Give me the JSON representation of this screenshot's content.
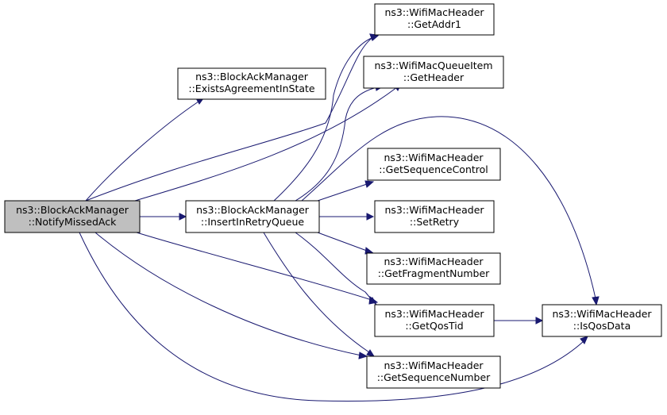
{
  "colors": {
    "edge": "#191970",
    "node_border": "#000000",
    "node_fill": "#ffffff",
    "highlight_fill": "#bfbfbf"
  },
  "nodes": {
    "notify_missed_ack": {
      "line1": "ns3::BlockAckManager",
      "line2": "::NotifyMissedAck"
    },
    "exists_agreement": {
      "line1": "ns3::BlockAckManager",
      "line2": "::ExistsAgreementInState"
    },
    "insert_in_retry": {
      "line1": "ns3::BlockAckManager",
      "line2": "::InsertInRetryQueue"
    },
    "get_addr1": {
      "line1": "ns3::WifiMacHeader",
      "line2": "::GetAddr1"
    },
    "get_header": {
      "line1": "ns3::WifiMacQueueItem",
      "line2": "::GetHeader"
    },
    "get_sequence_control": {
      "line1": "ns3::WifiMacHeader",
      "line2": "::GetSequenceControl"
    },
    "set_retry": {
      "line1": "ns3::WifiMacHeader",
      "line2": "::SetRetry"
    },
    "get_fragment_number": {
      "line1": "ns3::WifiMacHeader",
      "line2": "::GetFragmentNumber"
    },
    "get_qos_tid": {
      "line1": "ns3::WifiMacHeader",
      "line2": "::GetQosTid"
    },
    "get_sequence_number": {
      "line1": "ns3::WifiMacHeader",
      "line2": "::GetSequenceNumber"
    },
    "is_qos_data": {
      "line1": "ns3::WifiMacHeader",
      "line2": "::IsQosData"
    }
  }
}
